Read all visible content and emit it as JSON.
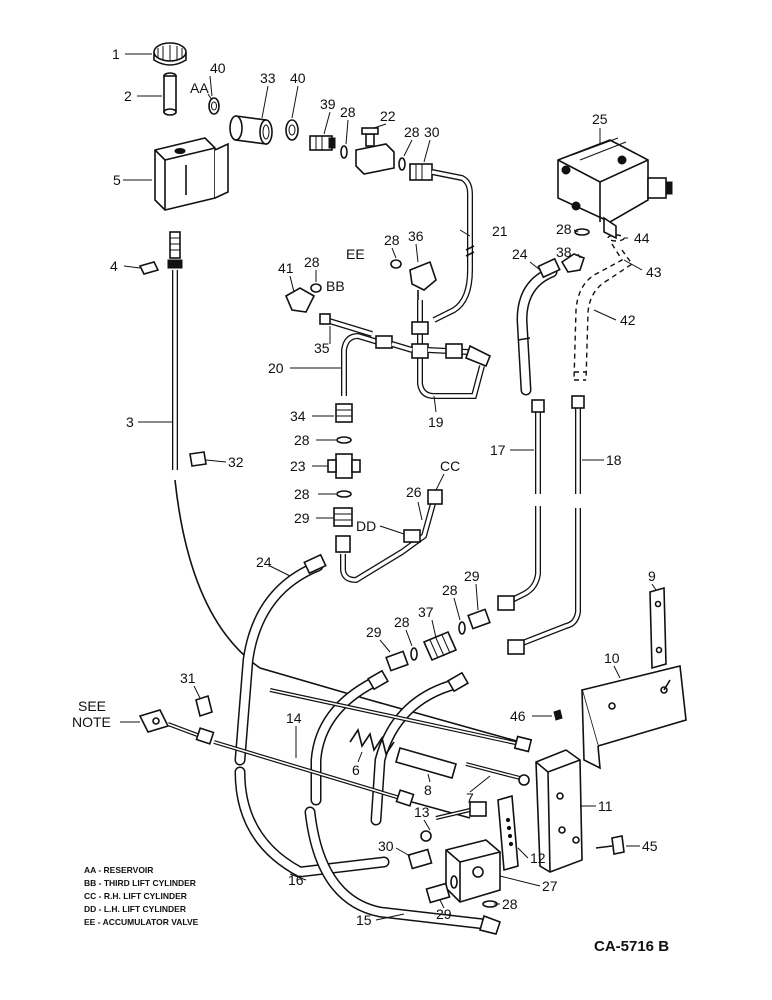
{
  "drawing": {
    "code": "CA-5716 B",
    "see_note": [
      "SEE",
      "NOTE"
    ],
    "legend": [
      "AA - RESERVOIR",
      "BB - THIRD LIFT CYLINDER",
      "CC - R.H. LIFT CYLINDER",
      "DD - L.H. LIFT CYLINDER",
      "EE - ACCUMULATOR VALVE"
    ]
  },
  "labels": [
    {
      "text": "1"
    },
    {
      "text": "40"
    },
    {
      "text": "AA"
    },
    {
      "text": "2"
    },
    {
      "text": "33"
    },
    {
      "text": "40"
    },
    {
      "text": "39"
    },
    {
      "text": "28"
    },
    {
      "text": "22"
    },
    {
      "text": "28"
    },
    {
      "text": "30"
    },
    {
      "text": "25"
    },
    {
      "text": "5"
    },
    {
      "text": "21"
    },
    {
      "text": "28"
    },
    {
      "text": "36"
    },
    {
      "text": "EE"
    },
    {
      "text": "28"
    },
    {
      "text": "44"
    },
    {
      "text": "38"
    },
    {
      "text": "24"
    },
    {
      "text": "43"
    },
    {
      "text": "4"
    },
    {
      "text": "41"
    },
    {
      "text": "28"
    },
    {
      "text": "BB"
    },
    {
      "text": "42"
    },
    {
      "text": "35"
    },
    {
      "text": "20"
    },
    {
      "text": "3"
    },
    {
      "text": "34"
    },
    {
      "text": "28"
    },
    {
      "text": "19"
    },
    {
      "text": "17"
    },
    {
      "text": "18"
    },
    {
      "text": "23"
    },
    {
      "text": "32"
    },
    {
      "text": "28"
    },
    {
      "text": "CC"
    },
    {
      "text": "26"
    },
    {
      "text": "29"
    },
    {
      "text": "DD"
    },
    {
      "text": "24"
    },
    {
      "text": "9"
    },
    {
      "text": "29"
    },
    {
      "text": "28"
    },
    {
      "text": "37"
    },
    {
      "text": "28"
    },
    {
      "text": "29"
    },
    {
      "text": "10"
    },
    {
      "text": "31"
    },
    {
      "text": "46"
    },
    {
      "text": "14"
    },
    {
      "text": "6"
    },
    {
      "text": "8"
    },
    {
      "text": "7"
    },
    {
      "text": "11"
    },
    {
      "text": "13"
    },
    {
      "text": "30"
    },
    {
      "text": "45"
    },
    {
      "text": "12"
    },
    {
      "text": "16"
    },
    {
      "text": "27"
    },
    {
      "text": "29"
    },
    {
      "text": "28"
    },
    {
      "text": "15"
    }
  ]
}
